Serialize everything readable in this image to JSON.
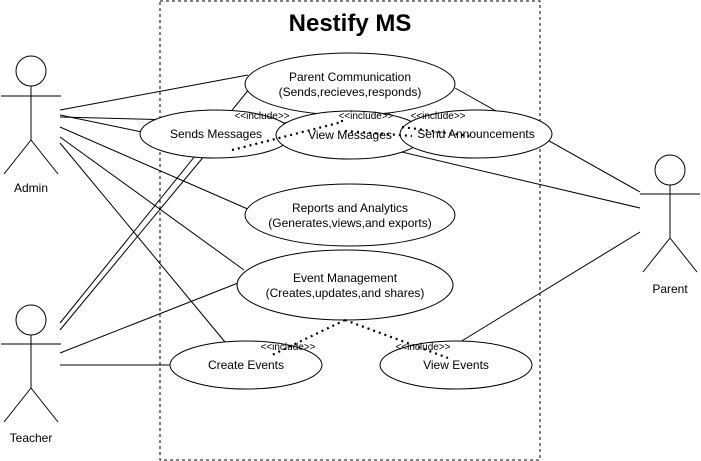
{
  "diagram": {
    "title": "Nestify MS",
    "actors": {
      "admin": "Admin",
      "teacher": "Teacher",
      "parent": "Parent"
    },
    "use_cases": {
      "parent_communication": {
        "line1": "Parent Communication",
        "line2": "(Sends,recieves,responds)"
      },
      "sends_messages": {
        "label": "Sends Messages"
      },
      "view_messages": {
        "label": "View Messages"
      },
      "send_announcements": {
        "label": "Send Announcements"
      },
      "reports_analytics": {
        "line1": "Reports and Analytics",
        "line2": "(Generates,views,and exports)"
      },
      "event_management": {
        "line1": "Event Management",
        "line2": "(Creates,updates,and shares)"
      },
      "create_events": {
        "label": "Create Events"
      },
      "view_events": {
        "label": "View Events"
      }
    },
    "include_label": "<<include>>"
  }
}
